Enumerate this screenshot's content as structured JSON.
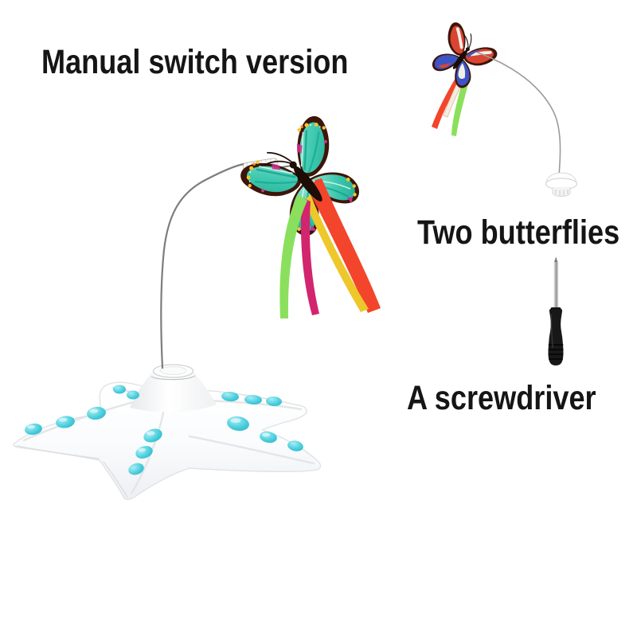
{
  "labels": {
    "title": "Manual switch version",
    "two_butterflies": "Two butterflies",
    "screwdriver": "A screwdriver"
  },
  "colors": {
    "background": "#ffffff",
    "text": "#151515",
    "wing-teal": "#3cc7ae",
    "wing-edge": "#3d1509",
    "dot-yellow": "#f5c52d",
    "wing-magenta": "#d02f8e",
    "ribbon-red": "#f3452b",
    "ribbon-yellow": "#eec72b",
    "ribbon-magenta": "#d2256e",
    "ribbon-green": "#8ae05c",
    "bump-turquoise": "#45c8d8",
    "spare-red": "#d94531",
    "spare-blue": "#3b55c4",
    "wire-gray": "#7d7d7d",
    "handle-black": "#181818",
    "shaft-silver": "#a8a8a8"
  }
}
